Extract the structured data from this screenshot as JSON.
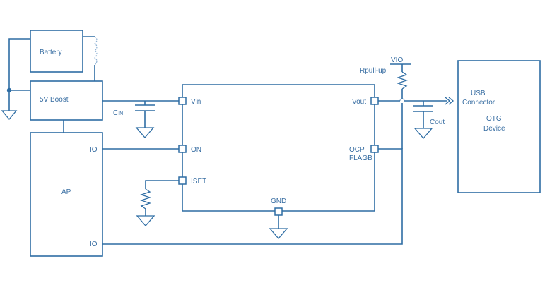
{
  "diagram": {
    "title": "USB OTG Power Switch Application Circuit",
    "blocks": {
      "battery": "Battery",
      "boost": "5V  Boost",
      "ap": "AP",
      "usb_connector_line1": "USB",
      "usb_connector_line2": "Connector",
      "otg_device_line1": "OTG",
      "otg_device_line2": "Device"
    },
    "ap_pins": {
      "io_top": "IO",
      "io_bottom": "IO"
    },
    "ic_pins": {
      "vin": "Vin",
      "on": "ON",
      "iset": "ISET",
      "gnd": "GND",
      "vout": "Vout",
      "ocp_line1": "OCP",
      "ocp_line2": "FLAGB"
    },
    "components": {
      "cin_main": "C",
      "cin_sub": "IN",
      "cout": "Cout",
      "rpullup": "Rpull-up",
      "vio": "VIO"
    },
    "colors": {
      "line": "#2e6da4",
      "text": "#3a6fa3",
      "background": "#ffffff"
    }
  }
}
